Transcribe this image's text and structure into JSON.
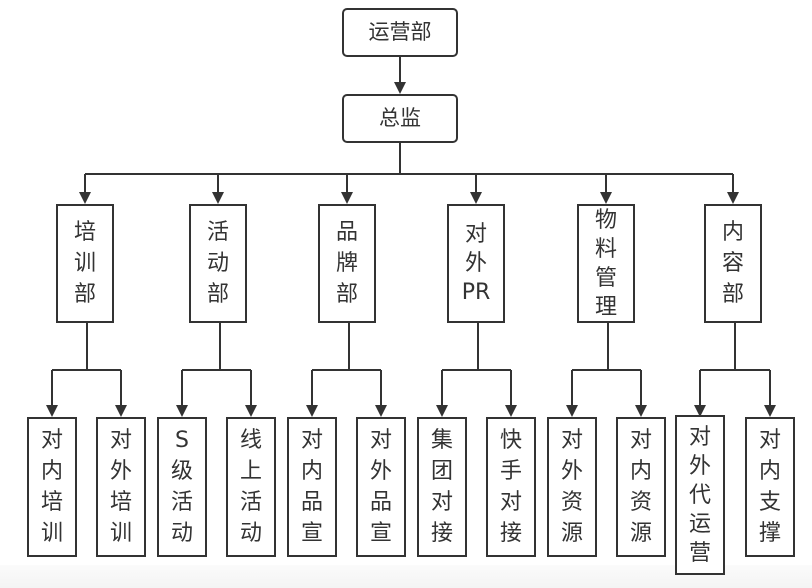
{
  "diagram": {
    "type": "org-chart",
    "colors": {
      "stroke": "#333333",
      "text": "#333333",
      "background": "#ffffff"
    },
    "root": {
      "id": "ops",
      "label": "运营部"
    },
    "director": {
      "id": "director",
      "label": "总监"
    },
    "departments": [
      {
        "id": "training",
        "label": "培训部",
        "children": [
          {
            "id": "internal-training",
            "label": "对内培训"
          },
          {
            "id": "external-training",
            "label": "对外培训"
          }
        ]
      },
      {
        "id": "events",
        "label": "活动部",
        "children": [
          {
            "id": "s-level-events",
            "label": "S级活动"
          },
          {
            "id": "online-events",
            "label": "线上活动"
          }
        ]
      },
      {
        "id": "brand",
        "label": "品牌部",
        "children": [
          {
            "id": "internal-brand-promo",
            "label": "对内品宣"
          },
          {
            "id": "external-brand-promo",
            "label": "对外品宣"
          }
        ]
      },
      {
        "id": "external-pr",
        "label": "对外PR",
        "children": [
          {
            "id": "group-liaison",
            "label": "集团对接"
          },
          {
            "id": "kuaishou-liaison",
            "label": "快手对接"
          }
        ]
      },
      {
        "id": "materials",
        "label": "物料管理",
        "children": [
          {
            "id": "external-resources",
            "label": "对外资源"
          },
          {
            "id": "internal-resources",
            "label": "对内资源"
          }
        ]
      },
      {
        "id": "content",
        "label": "内容部",
        "children": [
          {
            "id": "external-agency-ops",
            "label": "对外代运营"
          },
          {
            "id": "internal-support",
            "label": "对内支撑"
          }
        ]
      }
    ]
  }
}
